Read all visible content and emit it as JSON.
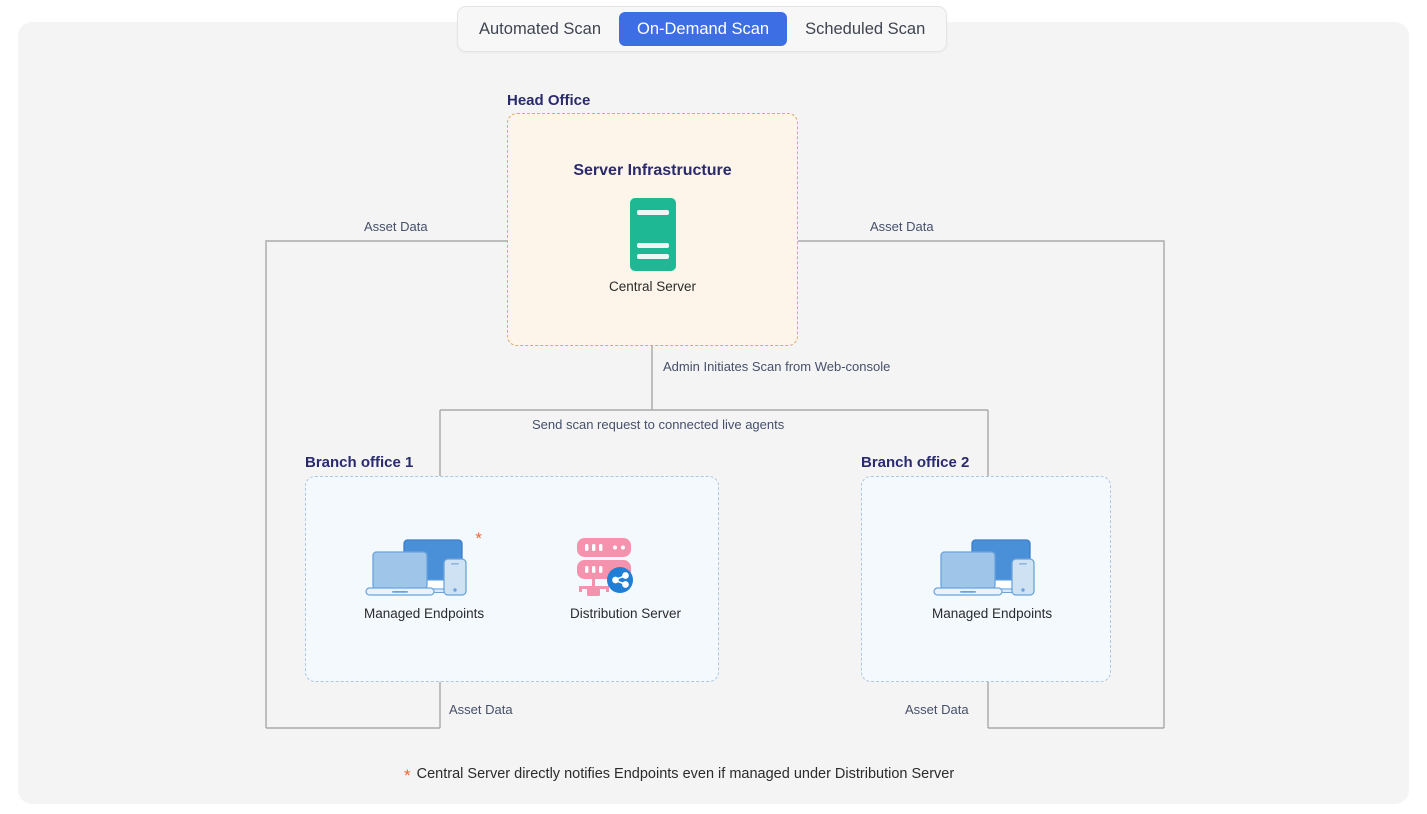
{
  "tabs": [
    {
      "label": "Automated Scan",
      "active": false
    },
    {
      "label": "On-Demand Scan",
      "active": true
    },
    {
      "label": "Scheduled Scan",
      "active": false
    }
  ],
  "zones": {
    "head_office": {
      "title": "Head Office",
      "heading": "Server Infrastructure",
      "node_label": "Central Server",
      "fill": "#fdf5ea",
      "border": "#d8ab6b"
    },
    "branch_1": {
      "title": "Branch office 1",
      "endpoints_label": "Managed Endpoints",
      "distribution_label": "Distribution Server",
      "fill": "#f4f9fe",
      "border": "#aec7e0"
    },
    "branch_2": {
      "title": "Branch office 2",
      "endpoints_label": "Managed Endpoints",
      "fill": "#f4f9fe",
      "border": "#aec7e0"
    }
  },
  "edge_labels": {
    "asset_data_top_left": "Asset Data",
    "asset_data_top_right": "Asset Data",
    "asset_data_bottom_left": "Asset Data",
    "asset_data_bottom_right": "Asset Data",
    "admin_initiates": "Admin Initiates Scan from Web-console",
    "send_scan_request": "Send scan request to connected live agents"
  },
  "footnote": {
    "marker": "*",
    "text": "Central Server directly notifies Endpoints even if managed under Distribution Server"
  },
  "colors": {
    "accent_blue": "#3d6ee3",
    "server_teal": "#1fb894",
    "asterisk_orange": "#f2682a",
    "title_navy": "#2a2a6e",
    "wire_gray": "#a9a9a9",
    "canvas": "#f4f4f4"
  }
}
